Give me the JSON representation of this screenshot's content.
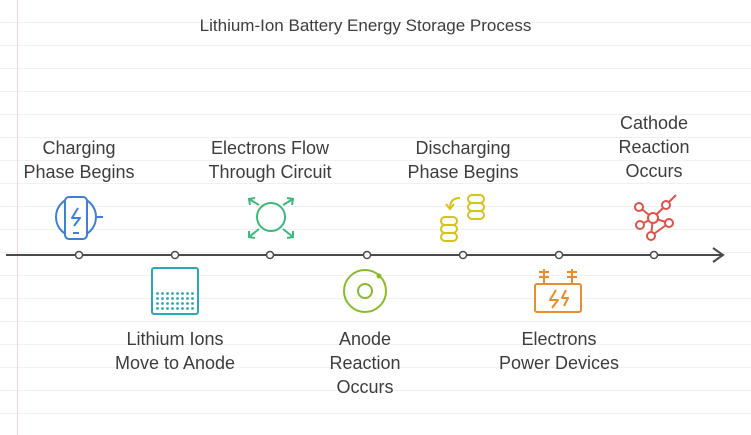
{
  "title": "Lithium-Ion Battery Energy Storage Process",
  "steps": [
    {
      "lines": [
        "Charging",
        "Phase Begins"
      ],
      "position": "above",
      "icon": "phone-charging-icon",
      "color": "#3f7fd6"
    },
    {
      "lines": [
        "Lithium Ions",
        "Move to Anode"
      ],
      "position": "below",
      "icon": "battery-cells-icon",
      "color": "#2aa7b8"
    },
    {
      "lines": [
        "Electrons Flow",
        "Through Circuit"
      ],
      "position": "above",
      "icon": "circuit-flow-icon",
      "color": "#3cb878"
    },
    {
      "lines": [
        "Anode",
        "Reaction",
        "Occurs"
      ],
      "position": "below",
      "icon": "anode-ring-icon",
      "color": "#8bbb2a"
    },
    {
      "lines": [
        "Discharging",
        "Phase Begins"
      ],
      "position": "above",
      "icon": "stacked-coins-icon",
      "color": "#d7c21f"
    },
    {
      "lines": [
        "Electrons",
        "Power Devices"
      ],
      "position": "below",
      "icon": "power-device-icon",
      "color": "#ec8c2c"
    },
    {
      "lines": [
        "Cathode",
        "Reaction",
        "Occurs"
      ],
      "position": "above",
      "icon": "molecule-icon",
      "color": "#e0534a"
    }
  ]
}
